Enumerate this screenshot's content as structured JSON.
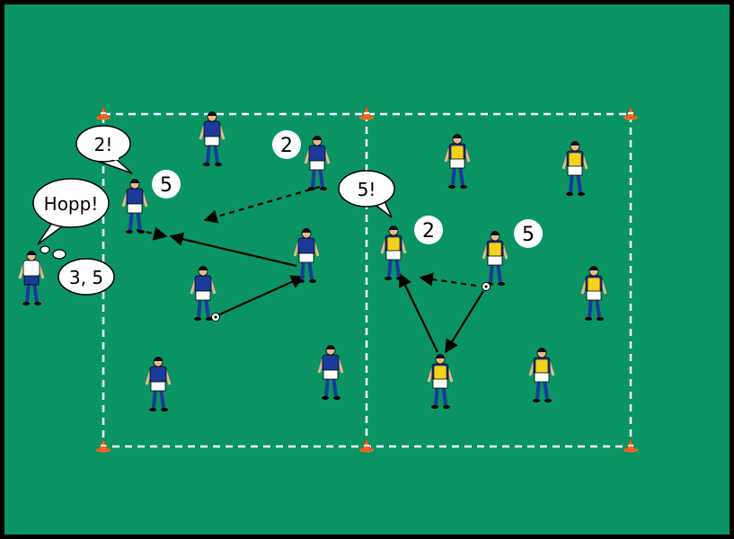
{
  "colors": {
    "pitch": "#0a9464",
    "border": "#000000",
    "line": "#ffffff",
    "shirt": "#1a3a9c",
    "bib": "#f2d21b",
    "cone": "#ff6a1a"
  },
  "speech": {
    "coach_shout": "Hopp!",
    "coach_thought": "3, 5",
    "left_call": "2!",
    "right_call": "5!"
  },
  "number_badges": [
    "5",
    "2",
    "2",
    "5"
  ]
}
